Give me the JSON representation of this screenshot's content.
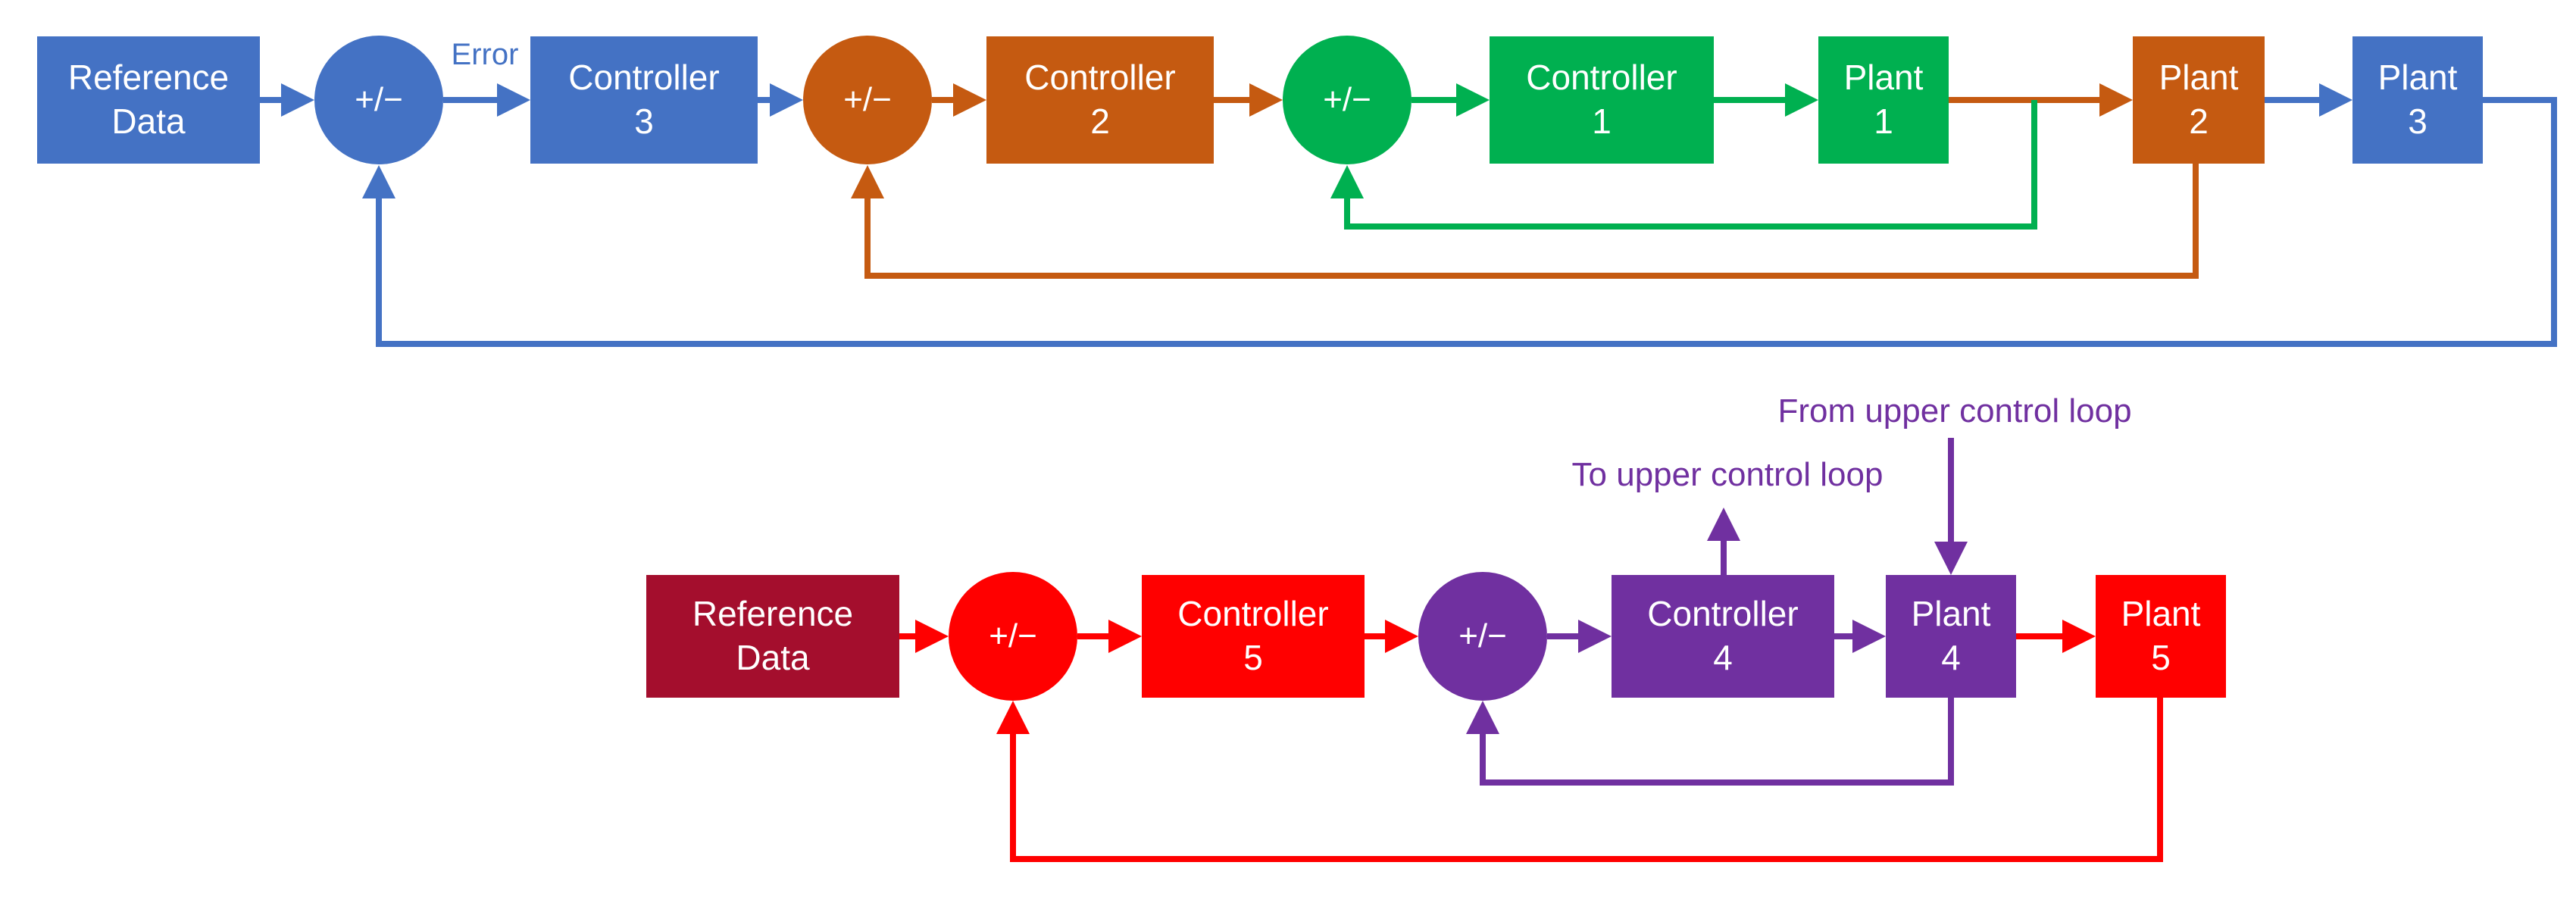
{
  "palette": {
    "blue": "#4472C4",
    "orange": "#C55A11",
    "green": "#00B050",
    "red": "#FF0000",
    "maroon": "#A40E2D",
    "purple": "#7030A0"
  },
  "top_loop": {
    "reference_block": {
      "line1": "Reference",
      "line2": "Data"
    },
    "error_label": "Error",
    "sums": [
      {
        "id": "sum-outer-blue",
        "label": "+/−"
      },
      {
        "id": "sum-middle-orange",
        "label": "+/−"
      },
      {
        "id": "sum-inner-green",
        "label": "+/−"
      }
    ],
    "blocks": [
      {
        "id": "controller-3",
        "name": "Controller",
        "number": "3",
        "color": "blue"
      },
      {
        "id": "controller-2",
        "name": "Controller",
        "number": "2",
        "color": "orange"
      },
      {
        "id": "controller-1",
        "name": "Controller",
        "number": "1",
        "color": "green"
      },
      {
        "id": "plant-1",
        "name": "Plant",
        "number": "1",
        "color": "green"
      },
      {
        "id": "plant-2",
        "name": "Plant",
        "number": "2",
        "color": "orange"
      },
      {
        "id": "plant-3",
        "name": "Plant",
        "number": "3",
        "color": "blue"
      }
    ]
  },
  "bottom_loop": {
    "reference_block": {
      "line1": "Reference",
      "line2": "Data"
    },
    "sums": [
      {
        "id": "sum-outer-red",
        "label": "+/−"
      },
      {
        "id": "sum-inner-purple",
        "label": "+/−"
      }
    ],
    "blocks": [
      {
        "id": "controller-5",
        "name": "Controller",
        "number": "5",
        "color": "red"
      },
      {
        "id": "controller-4",
        "name": "Controller",
        "number": "4",
        "color": "purple"
      },
      {
        "id": "plant-4",
        "name": "Plant",
        "number": "4",
        "color": "purple"
      },
      {
        "id": "plant-5",
        "name": "Plant",
        "number": "5",
        "color": "red"
      }
    ],
    "annotations": {
      "to_upper": "To upper control loop",
      "from_upper": "From upper control loop"
    }
  }
}
